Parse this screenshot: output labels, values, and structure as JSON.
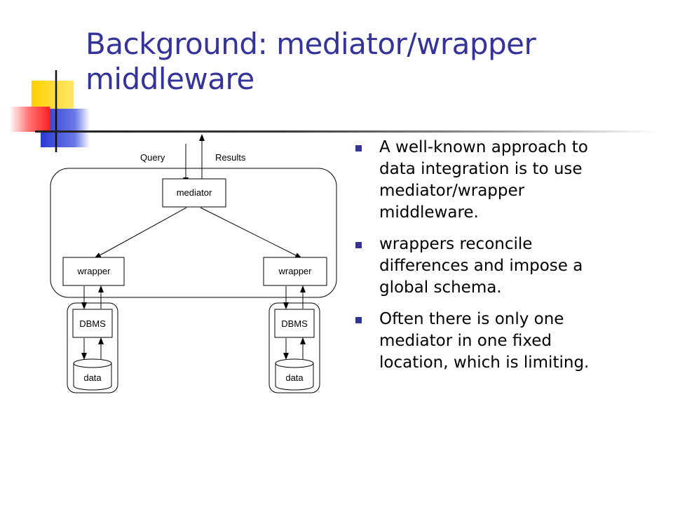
{
  "slide": {
    "title": "Background: mediator/wrapper middleware",
    "bullets": [
      "A well-known approach to data integration is to use mediator/wrapper middleware.",
      "wrappers reconcile differences and impose a global schema.",
      "Often there is only one mediator in one fixed location, which is limiting."
    ],
    "colors": {
      "title": "#333399",
      "bullet_marker": "#333399"
    }
  },
  "diagram": {
    "query_label": "Query",
    "results_label": "Results",
    "mediator_label": "mediator",
    "wrapper_left_label": "wrapper",
    "wrapper_right_label": "wrapper",
    "dbms_left_label": "DBMS",
    "dbms_right_label": "DBMS",
    "data_left_label": "data",
    "data_right_label": "data"
  }
}
